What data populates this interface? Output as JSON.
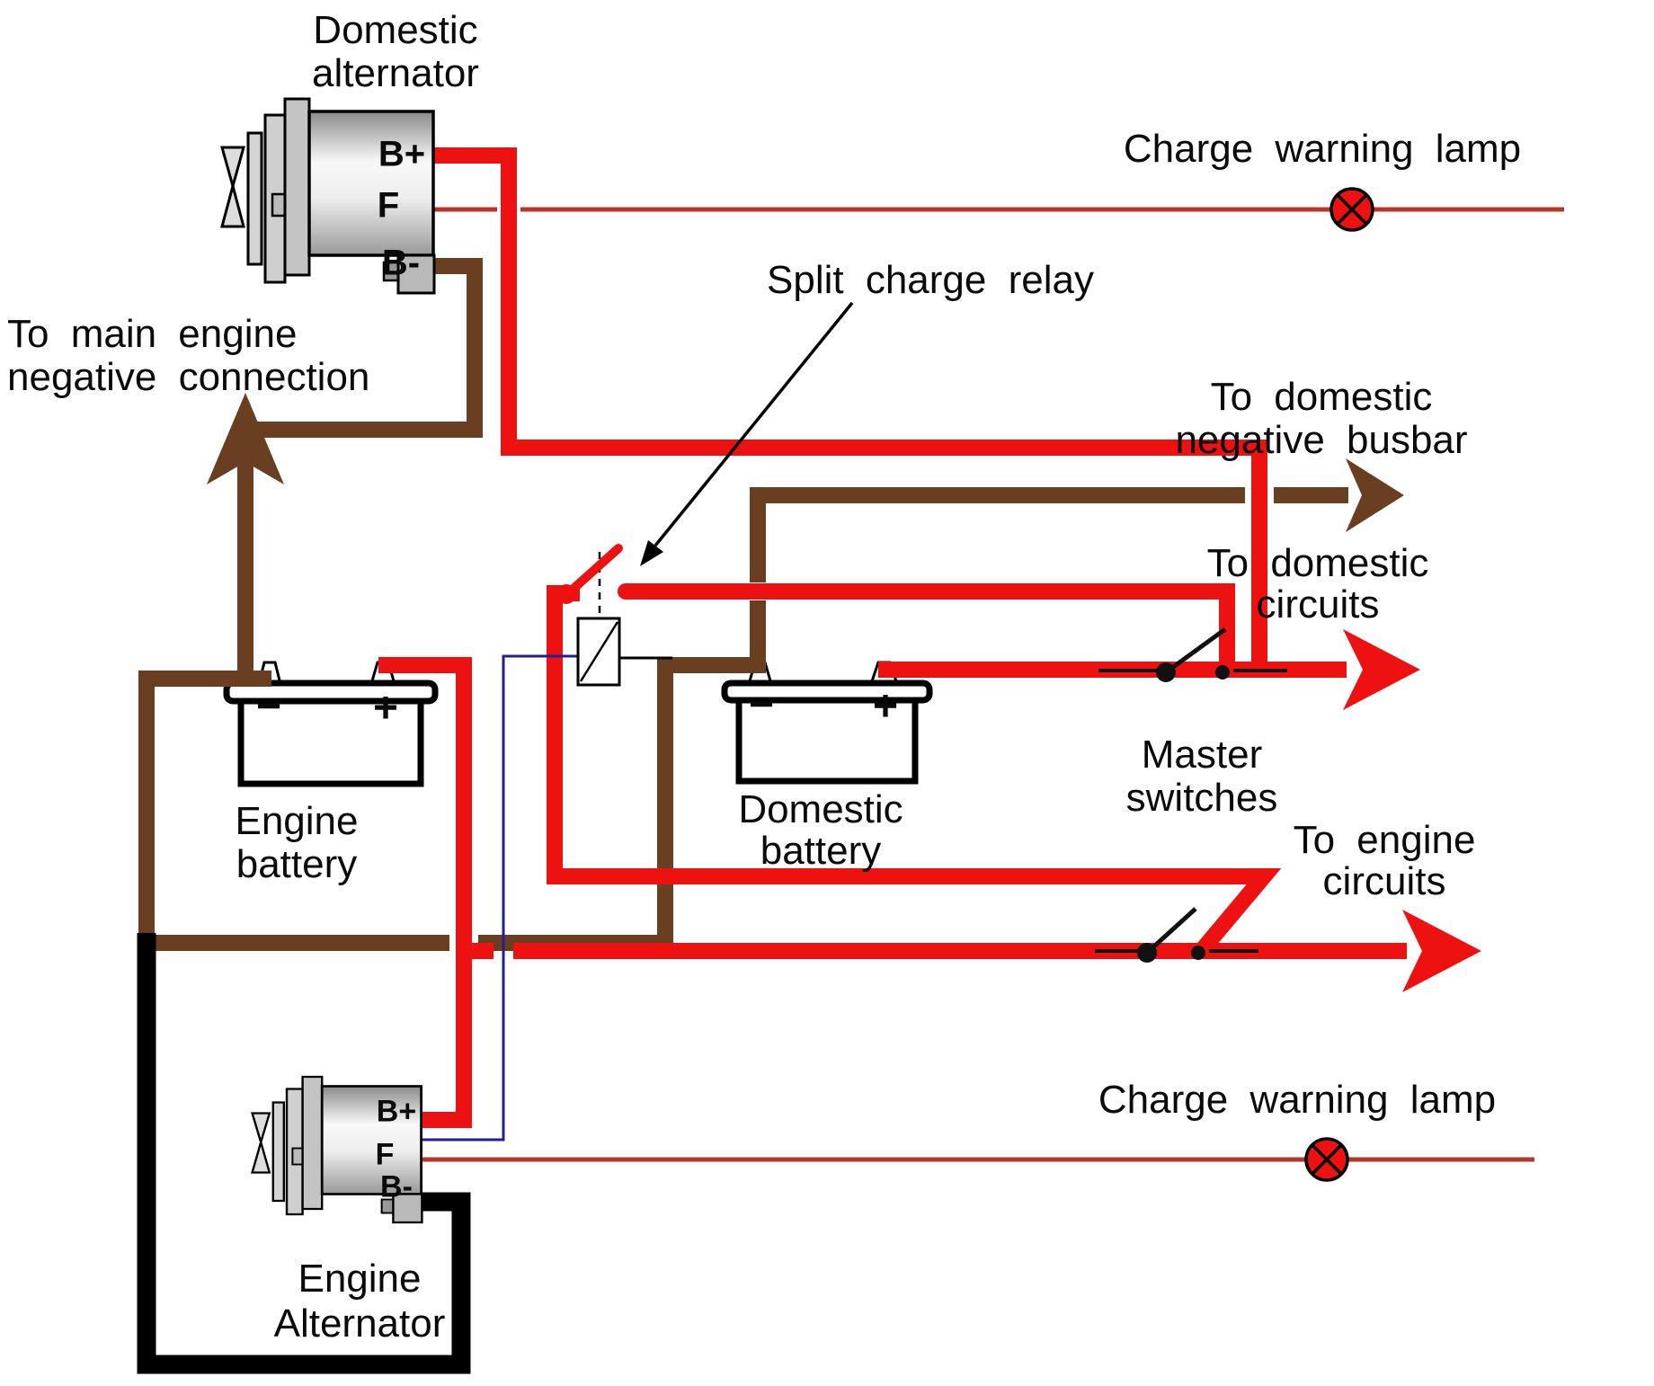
{
  "diagram": {
    "title": "Split charge relay wiring diagram",
    "labels": {
      "domestic_alternator_title": [
        "Domestic",
        "alternator"
      ],
      "charge_warning_lamp_top": "Charge warning lamp",
      "split_charge_relay": "Split charge relay",
      "main_engine_negative": [
        "To main engine",
        "negative connection"
      ],
      "domestic_negative_busbar": [
        "To domestic",
        "negative busbar"
      ],
      "domestic_circuits": [
        "To domestic",
        "circuits"
      ],
      "engine_battery": [
        "Engine",
        "battery"
      ],
      "domestic_battery": [
        "Domestic",
        "battery"
      ],
      "master_switches": [
        "Master",
        "switches"
      ],
      "engine_circuits": [
        "To engine",
        "circuits"
      ],
      "charge_warning_lamp_bottom": "Charge warning lamp",
      "engine_alternator_title": [
        "Engine",
        "Alternator"
      ],
      "domestic_alt_terminals": [
        "B+",
        "F",
        "B-"
      ],
      "engine_alt_terminals": [
        "B+",
        "F",
        "B-"
      ],
      "battery_minus": "−",
      "battery_plus": "+"
    },
    "colors": {
      "charge_wire_red": "#ee1111",
      "negative_wire_brown": "#6a3f21",
      "earth_wire_black": "#000000",
      "relay_coil_wire_blue": "#20208f",
      "lamp_circuit_red": "#b5372a",
      "text": "#0a0a0a"
    }
  }
}
